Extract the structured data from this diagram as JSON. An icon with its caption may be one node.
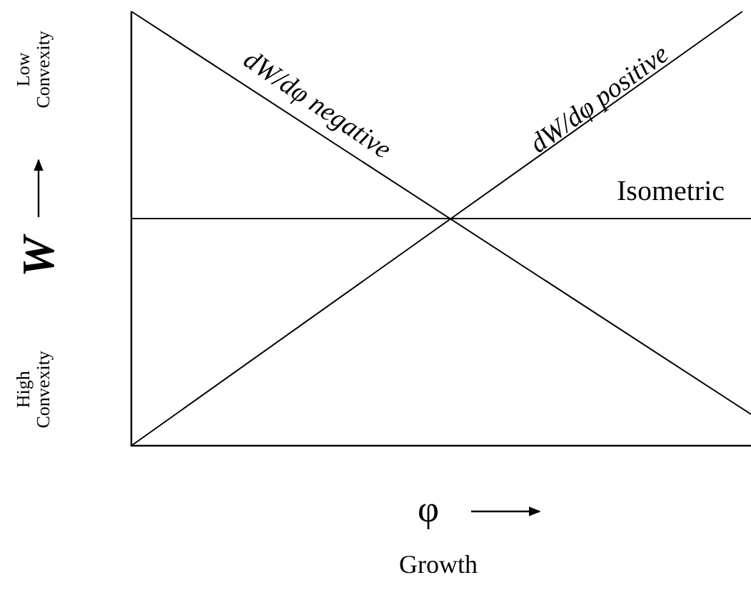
{
  "diagram": {
    "labels": [
      "Low Convexity",
      "dW/dφ negative",
      "dW/dφ positive",
      "Isometric",
      "W",
      "High Convexity",
      "φ",
      "Growth"
    ]
  }
}
